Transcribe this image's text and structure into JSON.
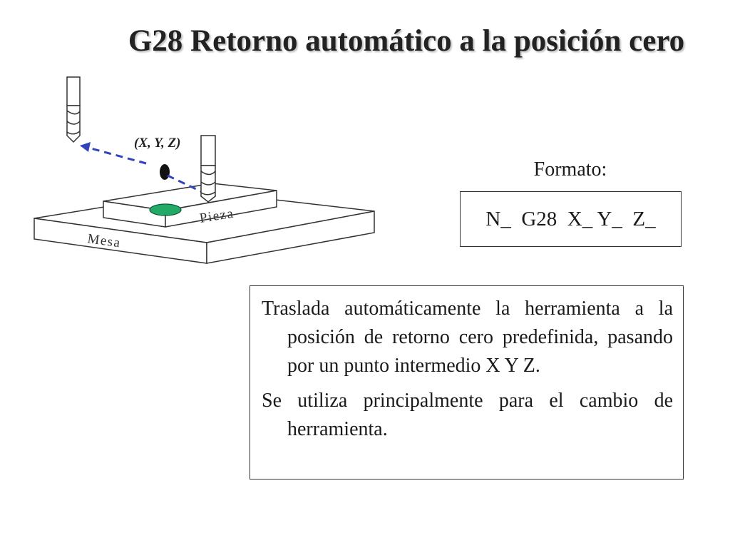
{
  "slide": {
    "title": "G28 Retorno automático a la posición cero"
  },
  "diagram": {
    "coord_label": "(X, Y, Z)",
    "piece_label": "Pieza",
    "table_label": "Mesa",
    "colors": {
      "arrow": "#3344bb",
      "piece_spot": "#22aa66",
      "stroke": "#333333"
    }
  },
  "format": {
    "label": "Formato:",
    "code": "N_  G28  X_ Y_  Z_"
  },
  "description": {
    "paragraph_1": "Traslada  automáticamente la herramienta a la posición de retorno cero predefinida, pasando por un punto intermedio X Y Z.",
    "paragraph_2": "Se utiliza principalmente para el cambio de herramienta."
  }
}
